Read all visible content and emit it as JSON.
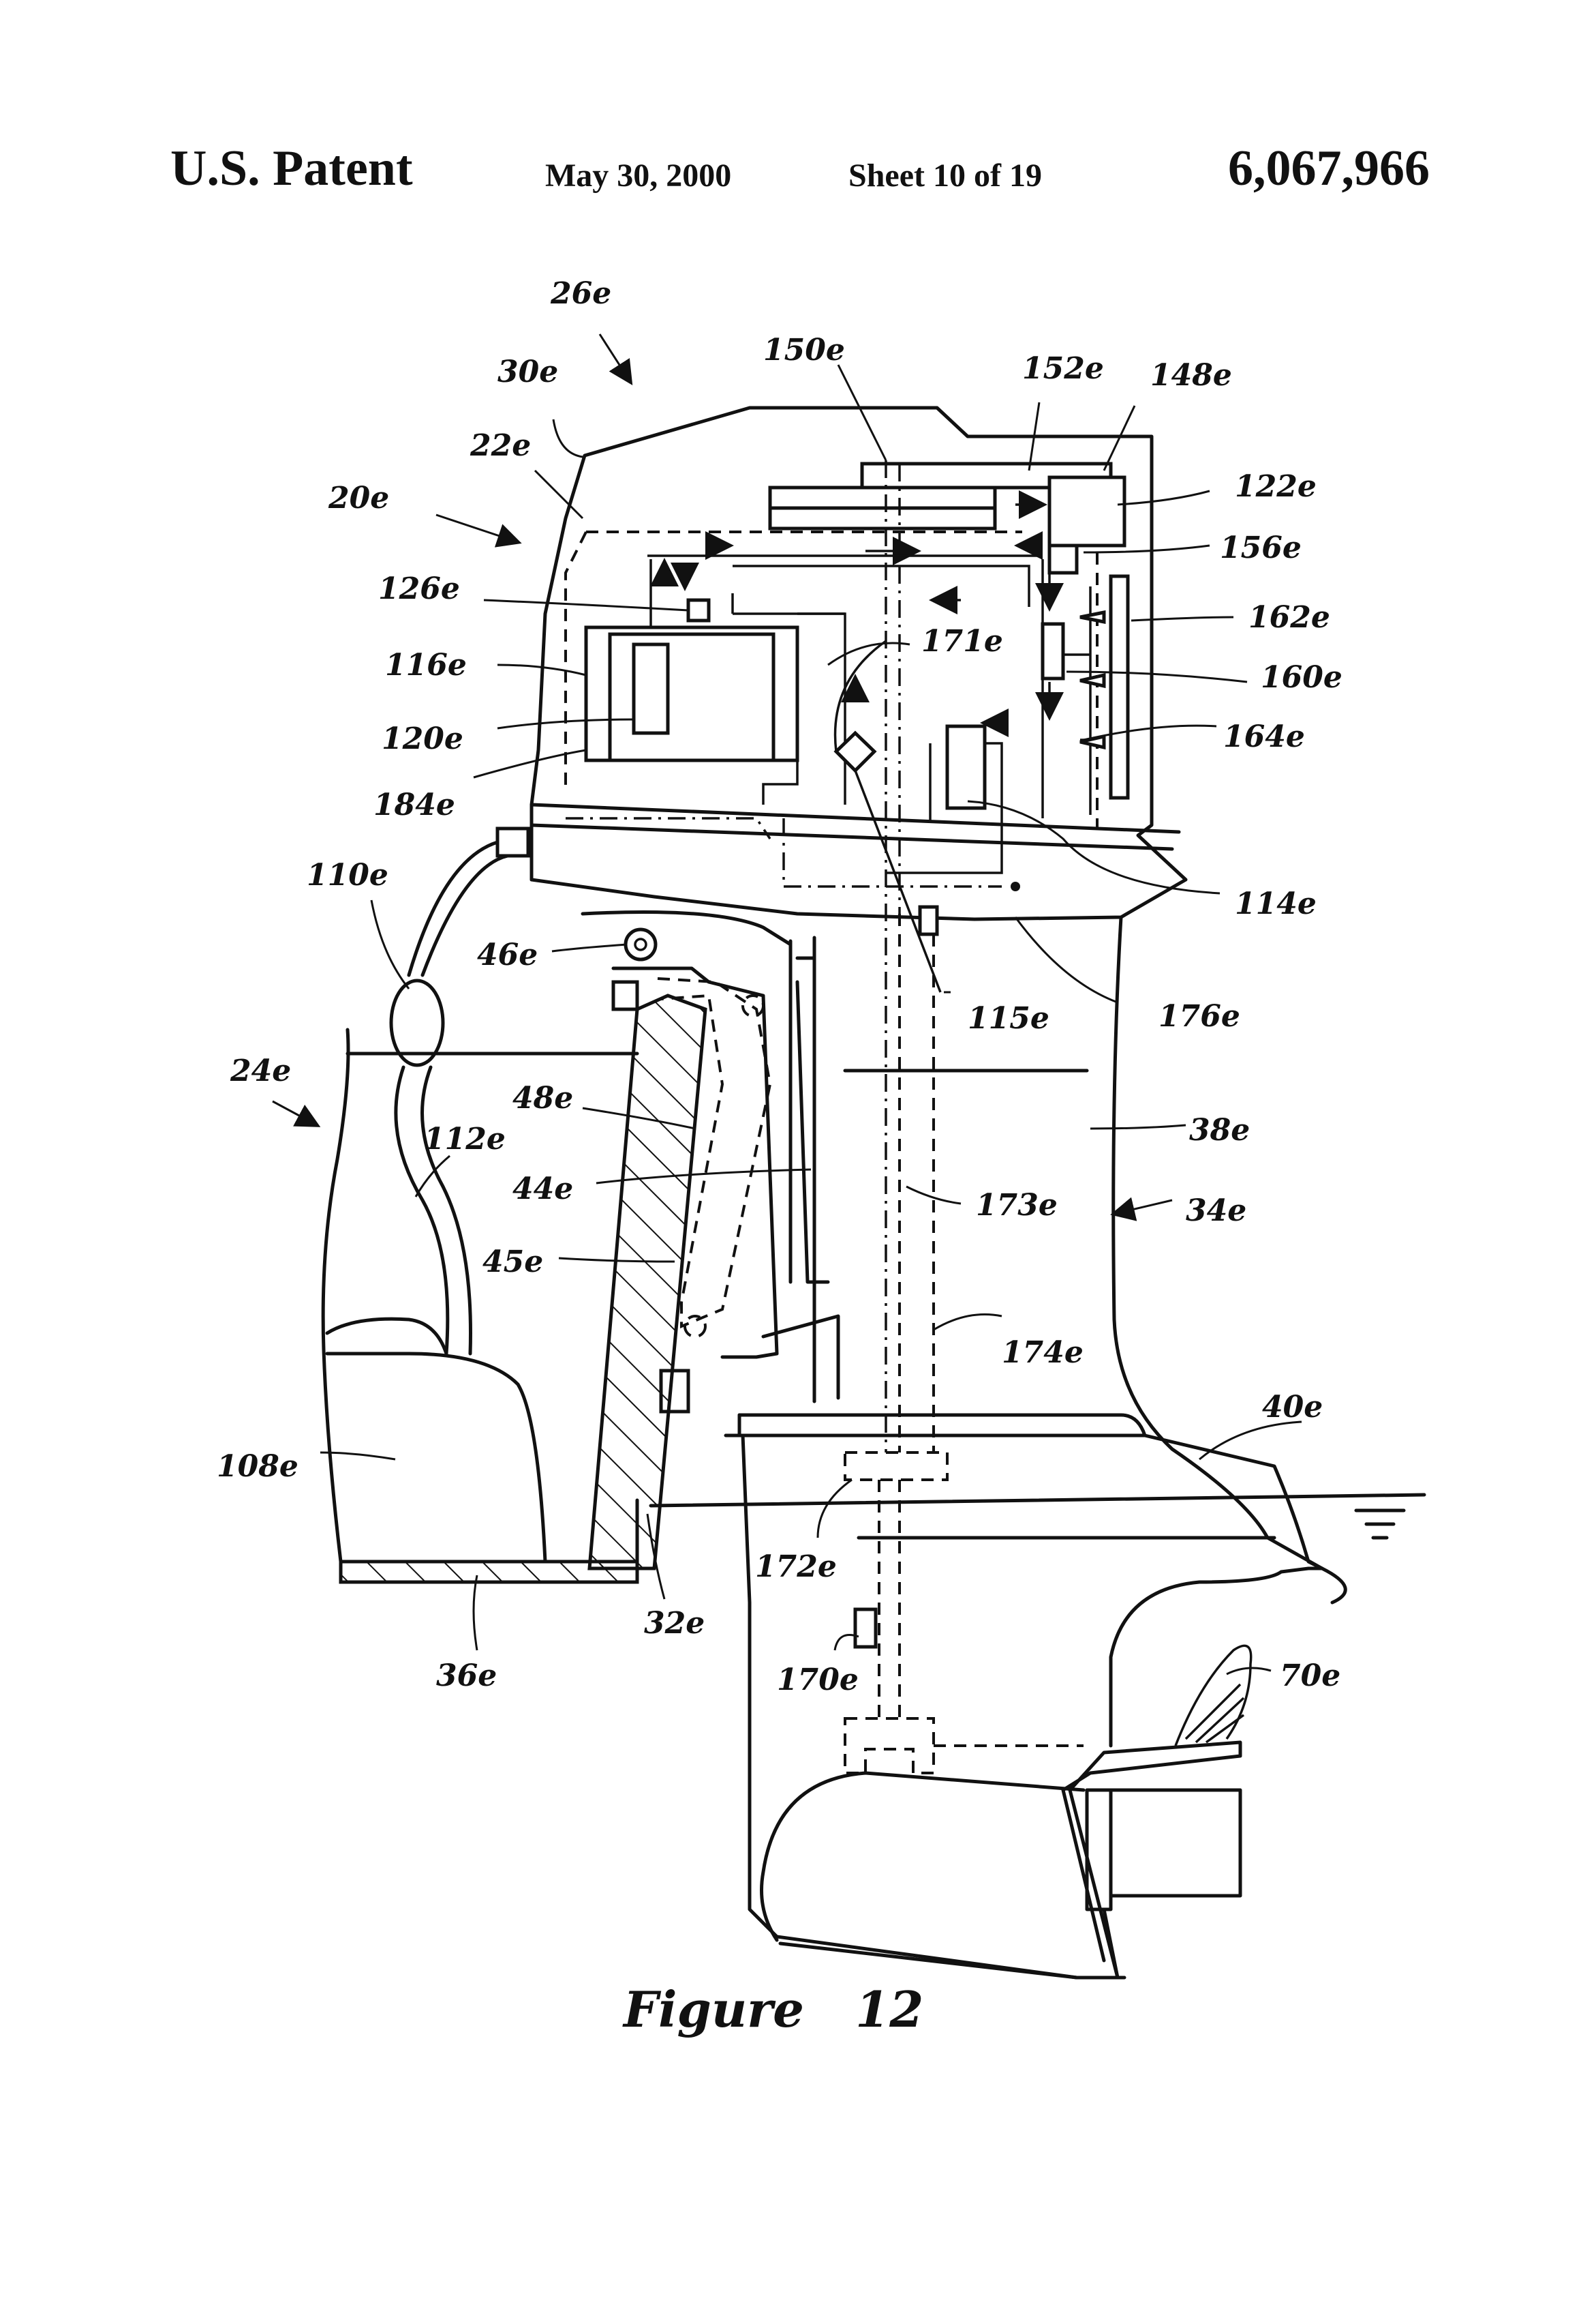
{
  "header": {
    "left": "U.S. Patent",
    "date": "May 30, 2000",
    "sheet": "Sheet 10 of 19",
    "number": "6,067,966"
  },
  "caption": "Figure   12",
  "labels": {
    "l26e": "26e",
    "l30e": "30e",
    "l150e": "150e",
    "l152e": "152e",
    "l148e": "148e",
    "l22e": "22e",
    "l20e": "20e",
    "l122e": "122e",
    "l156e": "156e",
    "l126e": "126e",
    "l162e": "162e",
    "l171e": "171e",
    "l116e": "116e",
    "l160e": "160e",
    "l120e": "120e",
    "l164e": "164e",
    "l184e": "184e",
    "l110e": "110e",
    "l114e": "114e",
    "l46e": "46e",
    "l115e": "115e",
    "l176e": "176e",
    "l24e": "24e",
    "l48e": "48e",
    "l38e": "38e",
    "l112e": "112e",
    "l44e": "44e",
    "l173e": "173e",
    "l34e": "34e",
    "l45e": "45e",
    "l174e": "174e",
    "l40e": "40e",
    "l108e": "108e",
    "l172e": "172e",
    "l32e": "32e",
    "l36e": "36e",
    "l170e": "170e",
    "l70e": "70e"
  }
}
